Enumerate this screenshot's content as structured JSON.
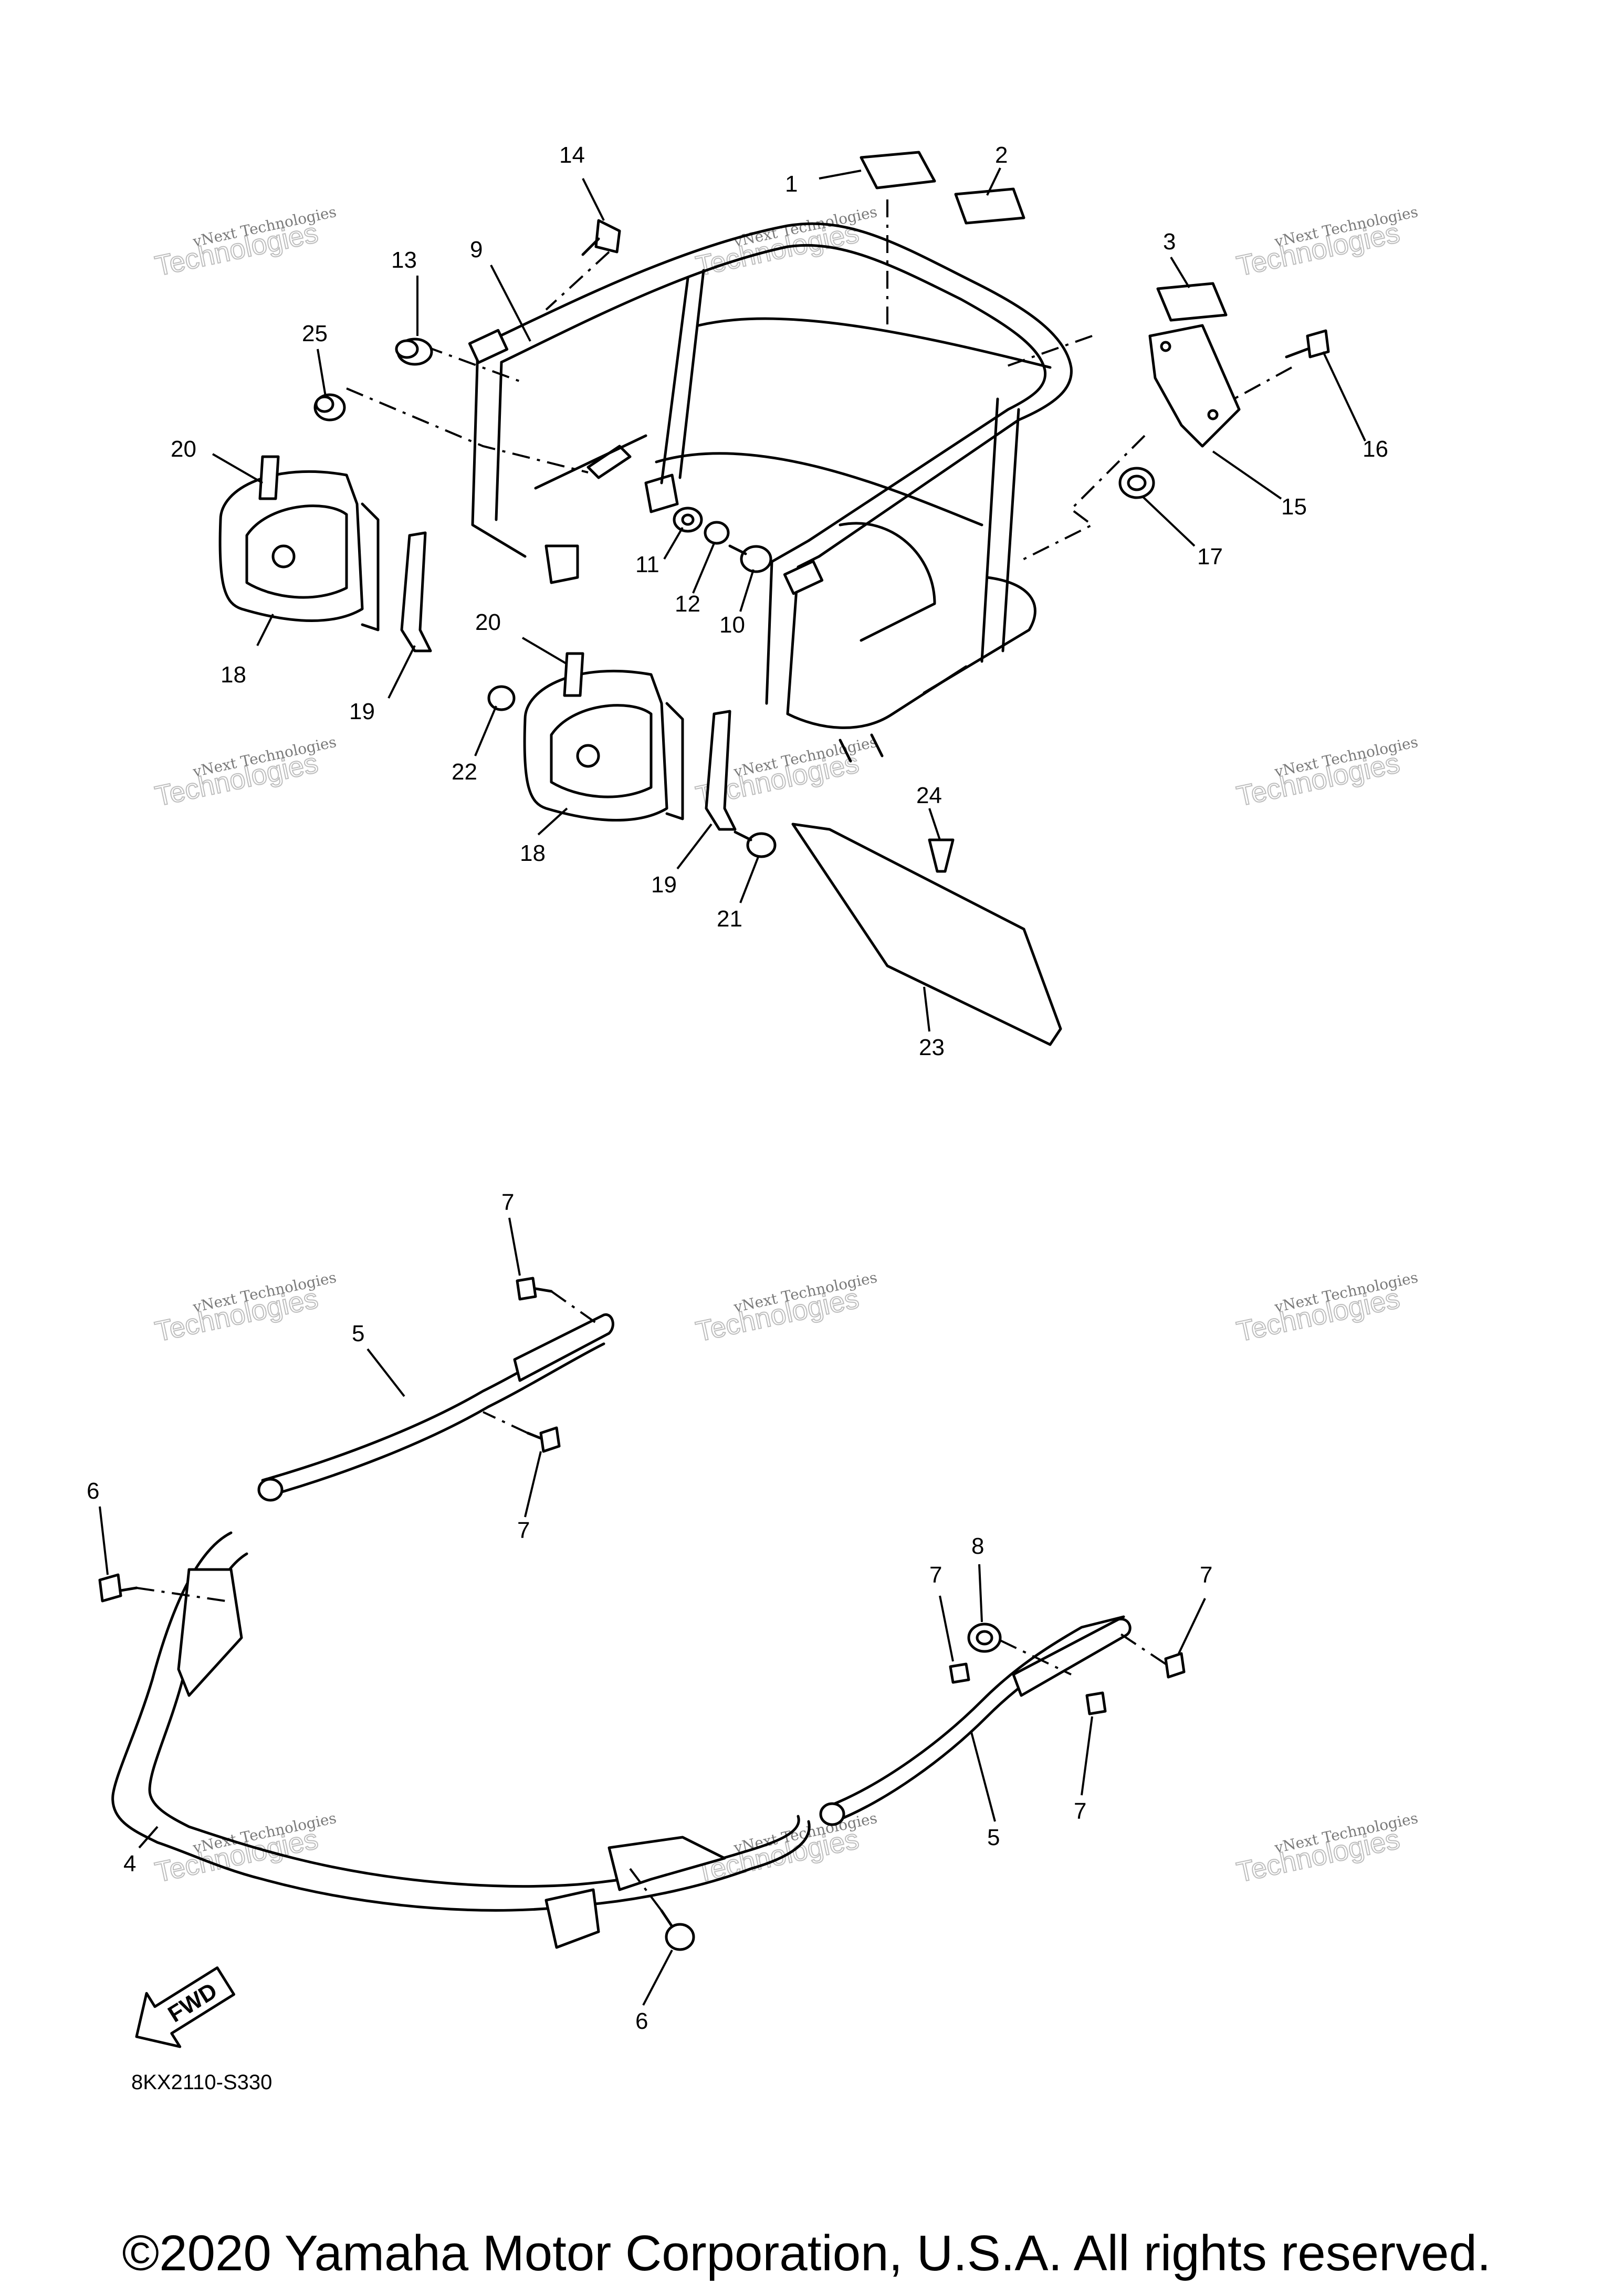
{
  "diagram_code": "8KX2110-S330",
  "direction_marker": "FWD",
  "watermark": {
    "line1": "vNext Technologies",
    "line2": "Technologies"
  },
  "callouts": {
    "top": [
      "1",
      "2",
      "3",
      "9",
      "13",
      "14",
      "25",
      "20",
      "18",
      "19",
      "11",
      "12",
      "10",
      "15",
      "16",
      "17",
      "20",
      "22",
      "18",
      "19",
      "21",
      "24",
      "23"
    ],
    "bottom": [
      "7",
      "5",
      "7",
      "6",
      "4",
      "6",
      "8",
      "7",
      "7",
      "7",
      "5"
    ]
  },
  "copyright": "©2020 Yamaha Motor Corporation, U.S.A. All rights reserved."
}
